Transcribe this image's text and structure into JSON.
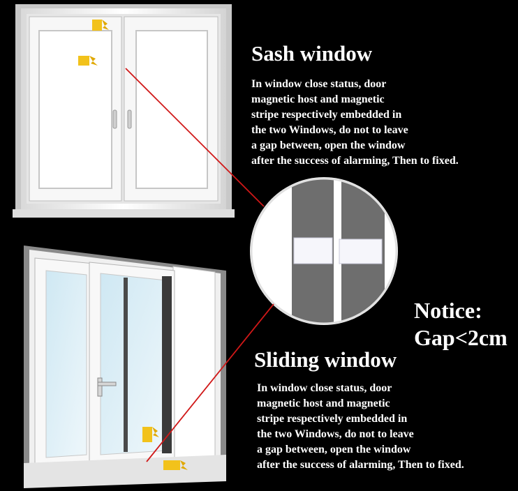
{
  "sash": {
    "title": "Sash window",
    "description": "In window close status, door\nmagnetic host and magnetic\nstripe respectively embedded in\nthe two Windows, do not to leave\na gap between, open the window\nafter the success of alarming, Then to fixed."
  },
  "sliding": {
    "title": "Sliding window",
    "description": "In window close status, door\nmagnetic host and magnetic\nstripe respectively embedded in\nthe two Windows, do not to leave\na gap between, open the window\nafter the success of alarming, Then to fixed."
  },
  "notice": {
    "title": "Notice:",
    "gap": "Gap<2cm"
  },
  "colors": {
    "background": "#000000",
    "text": "#ffffff",
    "leader_line": "#d01818",
    "sensor": "#f2c21b",
    "frame": "#f4f4f4",
    "frame_track": "#7a7a7a",
    "glass": "#dff0f7"
  }
}
